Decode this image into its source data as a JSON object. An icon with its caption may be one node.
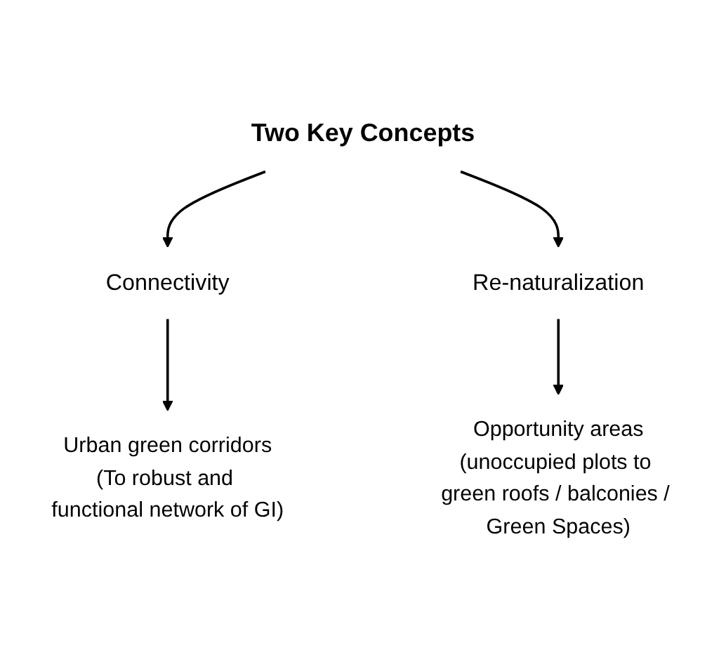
{
  "diagram": {
    "nodes": [
      {
        "text": [
          "Two Key Concepts"
        ]
      },
      {
        "text": [
          "Connectivity"
        ]
      },
      {
        "text": [
          "Re-naturalization"
        ]
      },
      {
        "text": [
          "Urban green corridors",
          "(To robust and functional network of GI)"
        ]
      },
      {
        "text": [
          "Opportunity areas",
          "(unoccupied plots to green roofs / balconies / Green Spaces)"
        ]
      }
    ],
    "edges": [
      {
        "from": 0,
        "to": 1,
        "arrow": "to"
      },
      {
        "from": 0,
        "to": 2,
        "arrow": "to"
      },
      {
        "from": 1,
        "to": 3,
        "arrow": "to"
      },
      {
        "from": 2,
        "to": 4,
        "arrow": "to"
      }
    ]
  }
}
